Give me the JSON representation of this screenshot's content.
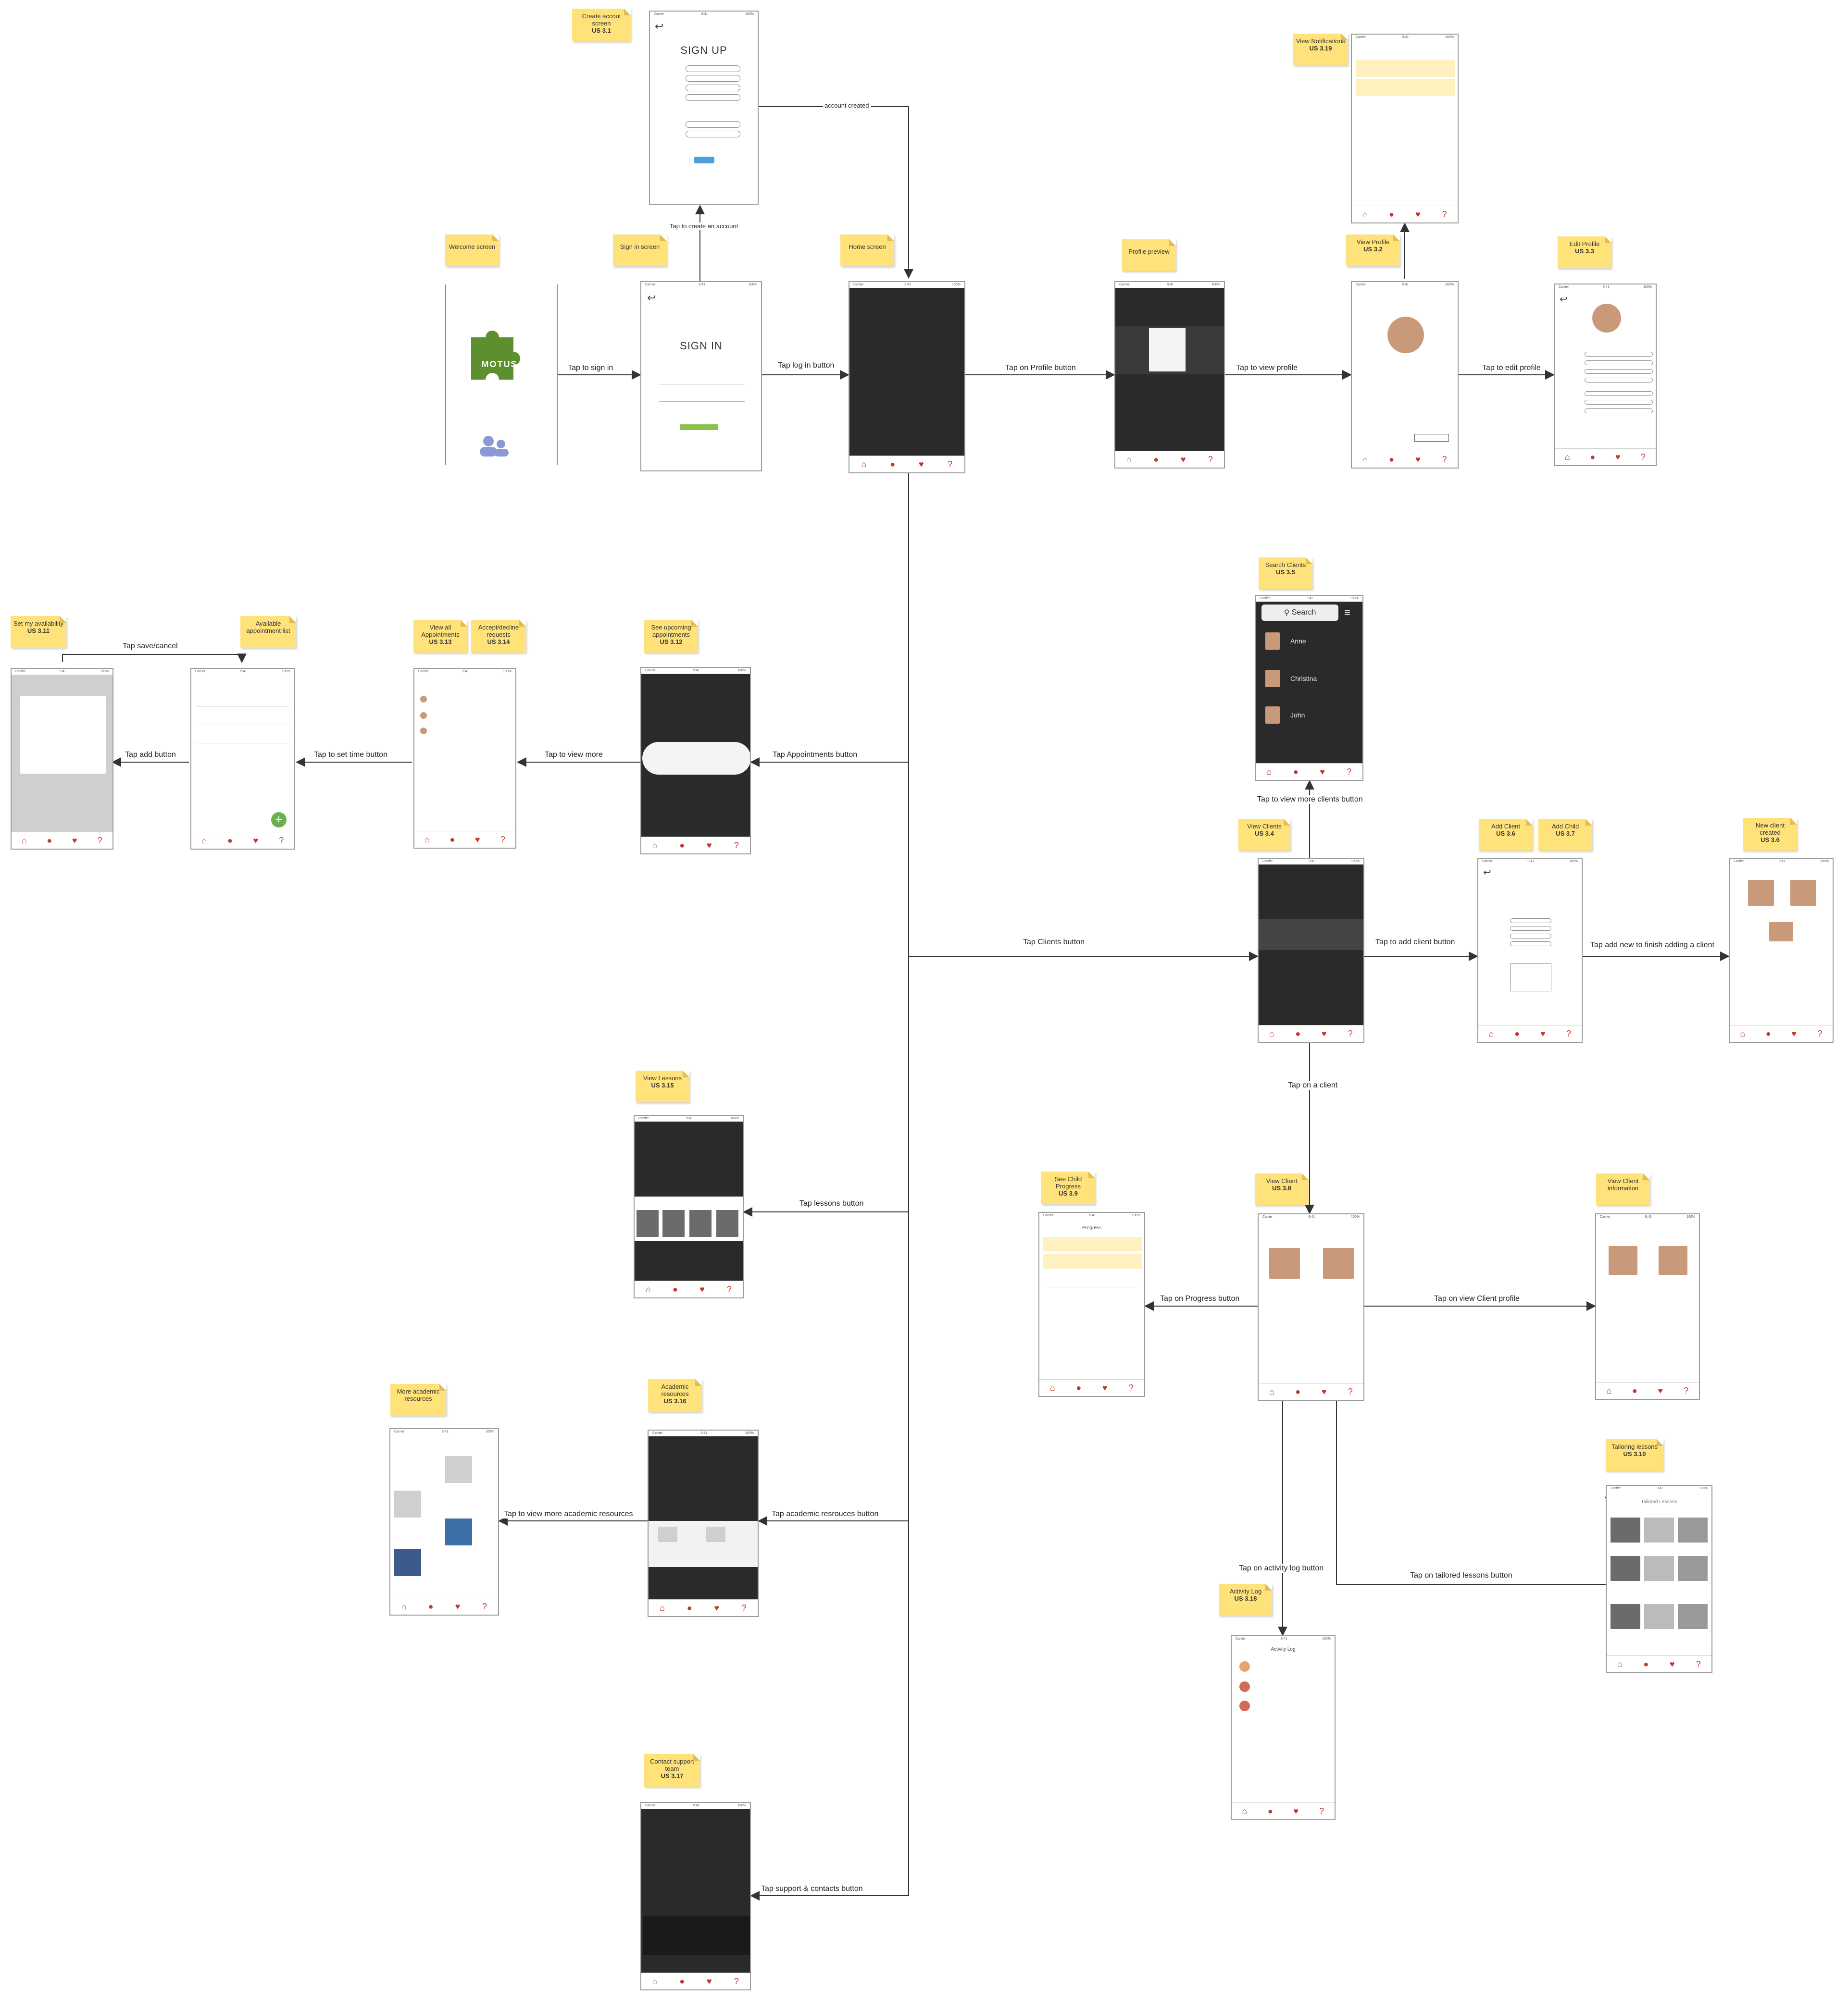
{
  "notes": {
    "create_account": [
      "Create accout",
      "screen",
      "US 3.1"
    ],
    "welcome": [
      "Welcome screen"
    ],
    "sign_in": [
      "Sign in screen"
    ],
    "home": [
      "Home screen"
    ],
    "profile_preview": [
      "Profile preview"
    ],
    "view_notifications": [
      "View Notifications",
      "US 3.19"
    ],
    "view_profile": [
      "View Profile",
      "US 3.2"
    ],
    "edit_profile": [
      "Edit Profile",
      "US 3.3"
    ],
    "search_clients": [
      "Search Clients",
      "US 3.5"
    ],
    "set_availability": [
      "Set my availability",
      "US  3.11"
    ],
    "available_list": [
      "Available",
      "appointment list"
    ],
    "view_all_appointments": [
      "View all",
      "Appointments",
      "US 3.13"
    ],
    "accept_decline": [
      "Accept/decline",
      "requests",
      "US 3.14"
    ],
    "upcoming": [
      "See upcoming",
      "appointments",
      "US  3.12"
    ],
    "view_clients": [
      "View Clients",
      "US 3.4"
    ],
    "add_client": [
      "Add Client",
      "US 3.6"
    ],
    "add_child": [
      "Add Child",
      "US 3.7"
    ],
    "new_client": [
      "New client",
      "created",
      "US 3.6"
    ],
    "view_lessons": [
      "View Lessons",
      "US 3.15"
    ],
    "child_progress": [
      "See Child",
      "Progress",
      "US 3.9"
    ],
    "view_client": [
      "View Client",
      "US 3.8"
    ],
    "view_client_info": [
      "View Client",
      "information"
    ],
    "more_academic": [
      "More academic",
      "resources"
    ],
    "academic": [
      "Academic",
      "resources",
      "US 3.16"
    ],
    "tailoring": [
      "Tailoring lessons",
      "US  3.10"
    ],
    "activity_log": [
      "Activity Log",
      "US 3.18"
    ],
    "contact_support": [
      "Contact support",
      "team",
      "US 3.17"
    ]
  },
  "edges": {
    "account_created": "account created",
    "tap_create_account": "Tap to create an account",
    "tap_sign_in": "Tap to sign in",
    "tap_log_in": "Tap log in button",
    "tap_profile": "Tap on Profile button",
    "tap_view_profile": "Tap to view profile",
    "tap_edit_profile": "Tap to edit profile",
    "tap_save_cancel": "Tap save/cancel",
    "tap_add": "Tap add button",
    "tap_set_time": "Tap to set time button",
    "tap_view_more": "Tap to view more",
    "tap_appointments": "Tap Appointments button",
    "tap_more_clients": "Tap to view more clients button",
    "tap_clients": "Tap Clients button",
    "tap_add_client": "Tap to add client button",
    "tap_add_new": "Tap add new to finish adding a client",
    "tap_on_client": "Tap on a client",
    "tap_lessons": "Tap lessons button",
    "tap_progress": "Tap on Progress button",
    "tap_client_profile": "Tap on view Client profile",
    "tap_more_academic": "Tap to view more academic resources",
    "tap_academic": "Tap academic resrouces button",
    "tap_activity": "Tap on activity log button",
    "tap_tailored": "Tap on tailored lessons button",
    "tap_support": "Tap support & contacts button"
  },
  "screens": {
    "signup_title": "SIGN UP",
    "signin_title": "SIGN IN",
    "logo_text": "MOTUS",
    "search_label": "Search",
    "clients": [
      "Anne",
      "Christina",
      "John"
    ],
    "activity_title": "Activity Log",
    "progress_title": "Progress",
    "tailored_title": "Tailored Lessons"
  },
  "colors": {
    "note": "#ffe27a",
    "dark_screen": "#2a2a2a",
    "tab_icon": "#c0392b",
    "logo_green": "#5e8f2e",
    "accent_blue": "#4aa0d8"
  }
}
